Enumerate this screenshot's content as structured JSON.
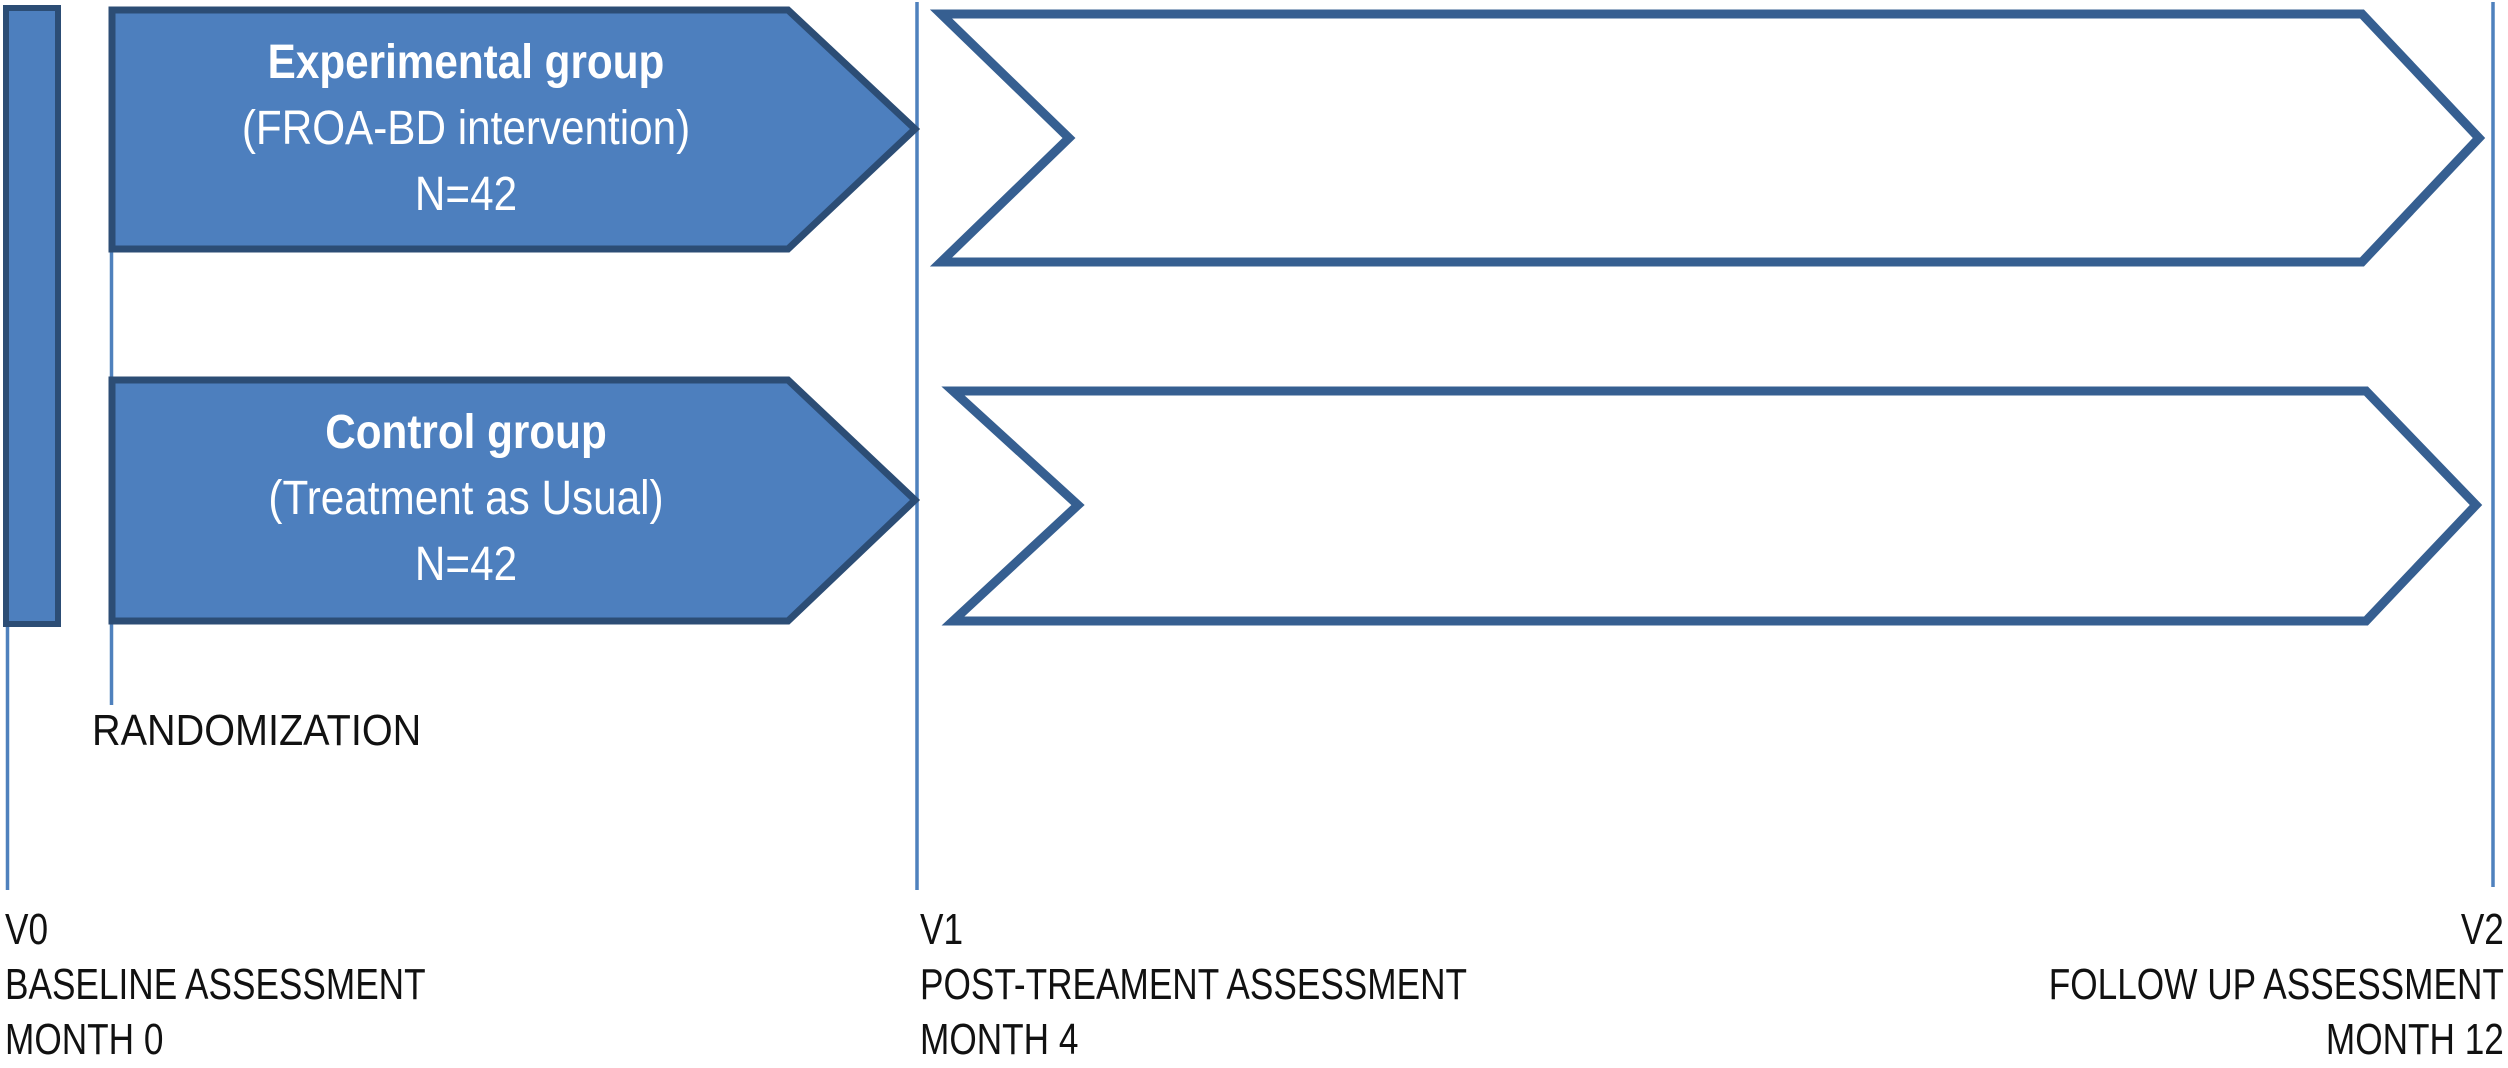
{
  "figure": {
    "type": "study-design-timeline-diagram"
  },
  "colors": {
    "background": "#ffffff",
    "shape_fill": "#4d7fbe",
    "shape_border": "#2c4d75",
    "outline_arrow_stroke": "#365f91",
    "outline_arrow_fill": "#ffffff",
    "timeline_line": "#4f81bd",
    "arrow_text": "#ffffff",
    "label_text": "#111111"
  },
  "groups": {
    "experimental": {
      "title": "Experimental group",
      "subtitle": "(FROA-BD intervention)",
      "n": "N=42"
    },
    "control": {
      "title": "Control group",
      "subtitle": "(Treatment as Usual)",
      "n": "N=42"
    }
  },
  "randomization_label": "RANDOMIZATION",
  "timepoints": [
    {
      "label": "V0",
      "assessment": "BASELINE ASSESSMENT",
      "month": "MONTH 0"
    },
    {
      "label": "V1",
      "assessment": "POST-TREAMENT ASSESSMENT",
      "month": "MONTH 4"
    },
    {
      "label": "V2",
      "assessment": "FOLLOW UP ASSESSMENT",
      "month": "MONTH 12"
    }
  ]
}
